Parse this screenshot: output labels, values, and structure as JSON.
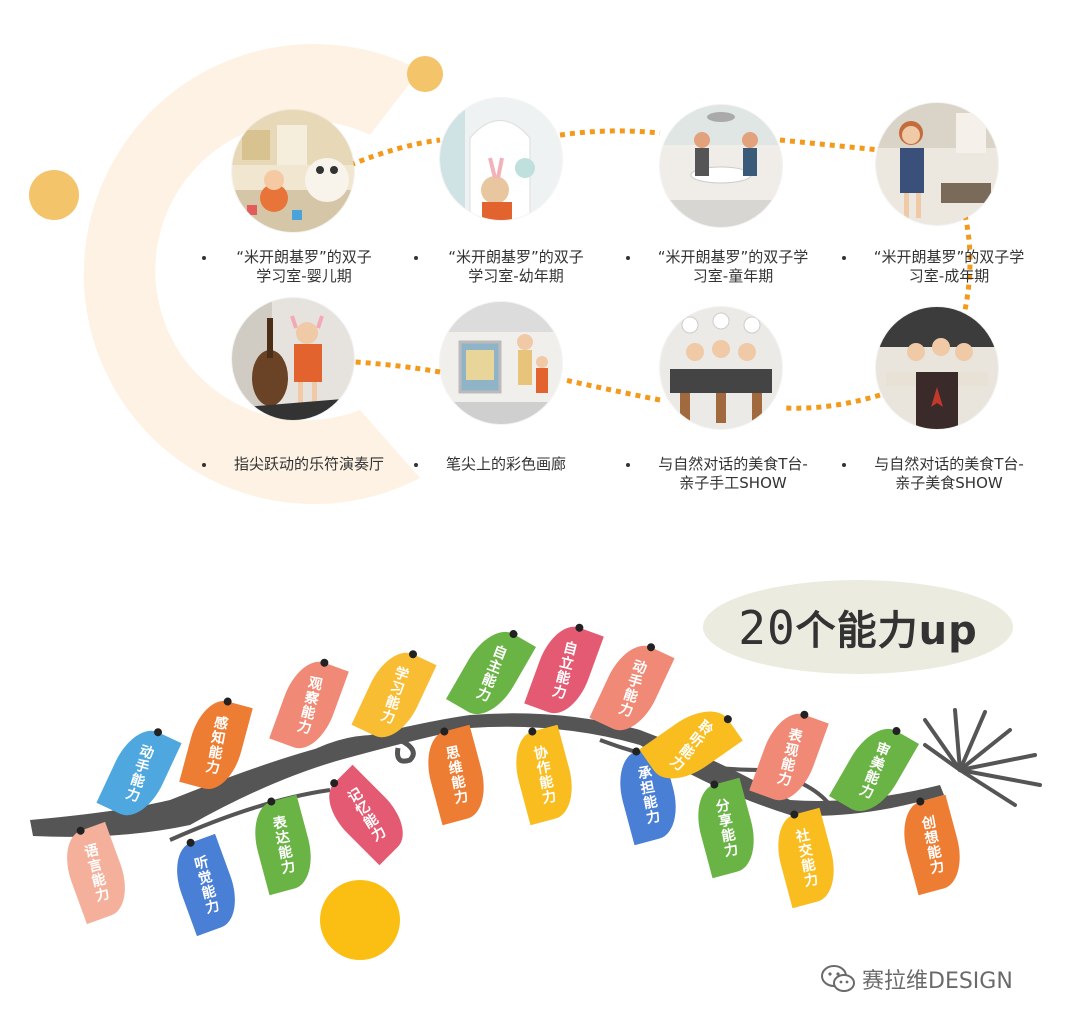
{
  "rooms": [
    {
      "label": "“米开朗基罗”的双子\n学习室-婴儿期",
      "scene": "baby"
    },
    {
      "label": "“米开朗基罗”的双子\n学习室-幼年期",
      "scene": "toddler"
    },
    {
      "label": "“米开朗基罗”的双子学\n习室-童年期",
      "scene": "child"
    },
    {
      "label": "“米开朗基罗”的双子学\n习室-成年期",
      "scene": "adult"
    },
    {
      "label": "指尖跃动的乐符演奏厅",
      "scene": "music"
    },
    {
      "label": "笔尖上的彩色画廊",
      "scene": "gallery"
    },
    {
      "label": "与自然对话的美食T台-\n亲子手工SHOW",
      "scene": "craft"
    },
    {
      "label": "与自然对话的美食T台-\n亲子美食SHOW",
      "scene": "food"
    }
  ],
  "badge": {
    "number": "20",
    "text": "个能力up"
  },
  "skills": [
    {
      "label": "语言能力",
      "color": "#f4b09a"
    },
    {
      "label": "动手能力",
      "color": "#4ea8df"
    },
    {
      "label": "听觉能力",
      "color": "#4a7fd6"
    },
    {
      "label": "感知能力",
      "color": "#ee7d34"
    },
    {
      "label": "表达能力",
      "color": "#6ab446"
    },
    {
      "label": "观察能力",
      "color": "#f08a76"
    },
    {
      "label": "记忆能力",
      "color": "#e45a72"
    },
    {
      "label": "学习能力",
      "color": "#f9bd33"
    },
    {
      "label": "思维能力",
      "color": "#ee7d34"
    },
    {
      "label": "自主能力",
      "color": "#6ab446"
    },
    {
      "label": "协作能力",
      "color": "#f9bd20"
    },
    {
      "label": "自立能力",
      "color": "#e45a72"
    },
    {
      "label": "动手能力",
      "color": "#f08a76"
    },
    {
      "label": "承担能力",
      "color": "#4a7fd6"
    },
    {
      "label": "聆听能力",
      "color": "#f9bd20"
    },
    {
      "label": "分享能力",
      "color": "#6ab446"
    },
    {
      "label": "表现能力",
      "color": "#f08a76"
    },
    {
      "label": "社交能力",
      "color": "#f9bd20"
    },
    {
      "label": "审美能力",
      "color": "#6ab446"
    },
    {
      "label": "创想能力",
      "color": "#ee7d34"
    }
  ],
  "watermark": "赛拉维DESIGN",
  "colors": {
    "accent_orange": "#f39a1c",
    "decor_yellow": "#f3c46a",
    "arc_cream": "#fdf2e3",
    "branch": "#555555",
    "sun": "#fbbe12"
  }
}
